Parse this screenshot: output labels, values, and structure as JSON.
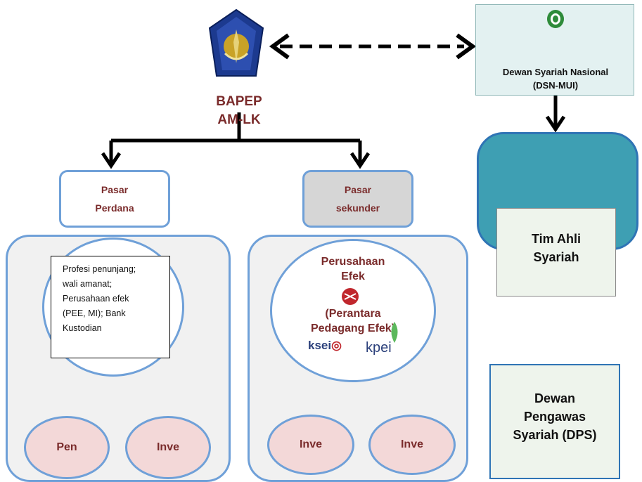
{
  "top": {
    "bapepam_label": "BAPEP",
    "bapepam_label_2": "AM-LK"
  },
  "dsn": {
    "title": "Dewan Syariah Nasional",
    "subtitle": "(DSN-MUI)"
  },
  "tim_ahli": {
    "line1": "Tim Ahli",
    "line2": "Syariah"
  },
  "dps": {
    "line1": "Dewan",
    "line2": "Pengawas",
    "line3": "Syariah (DPS)"
  },
  "pasar_perdana": {
    "line1": "Pasar",
    "line2": "Perdana"
  },
  "pasar_sekunder": {
    "line1": "Pasar",
    "line2": "sekunder"
  },
  "perdana_box": {
    "line1": "Profesi penunjang;",
    "line2": "wali amanat;",
    "line3": "Perusahaan efek",
    "line4": "(PEE, MI);  Bank",
    "line5": "Kustodian"
  },
  "perusahaan_efek": {
    "line1": "Perusahaan",
    "line2": "Efek",
    "line3": "(Perantara",
    "line4": "Pedagang Efek)"
  },
  "logos": {
    "ksei": "ksei",
    "kpei": "kpei"
  },
  "ovals": {
    "left_a": "Pen",
    "left_b": "Inve",
    "right_a": "Inve",
    "right_b": "Inve"
  },
  "colors": {
    "outline_blue": "#6fa0d8",
    "dark_red": "#7a2b2b",
    "teal": "#3e9fb3",
    "pale_green": "#eef4ec",
    "pink": "#f3d8d8",
    "gray_panel": "#f1f1f1"
  }
}
